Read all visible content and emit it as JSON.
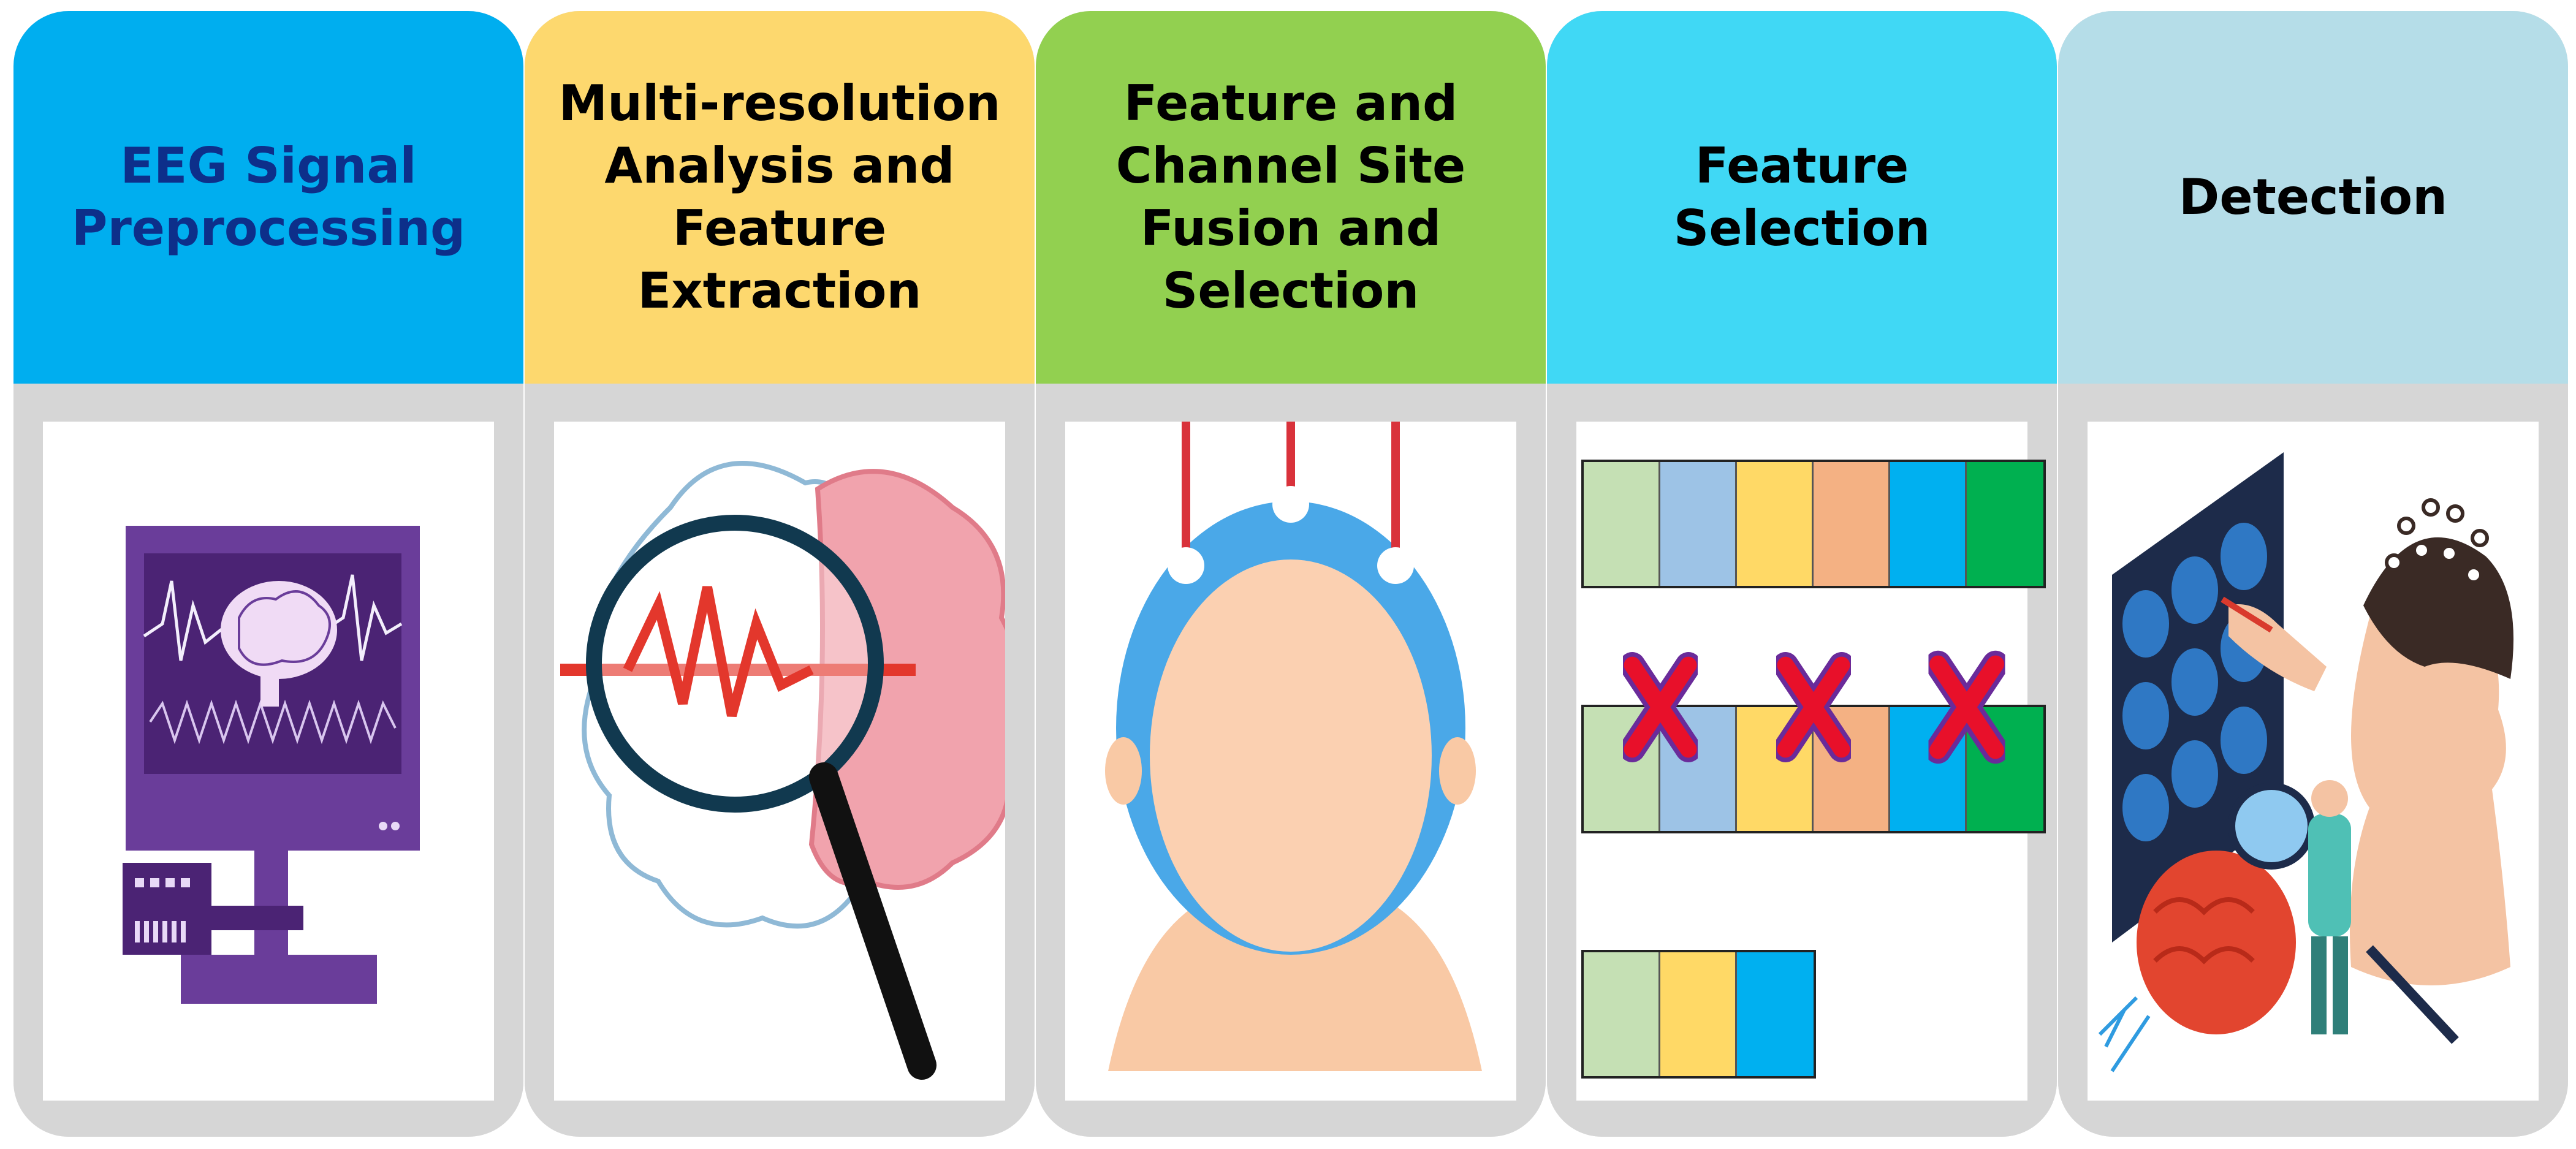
{
  "stages": [
    {
      "title": "EEG Signal\nPreprocessing",
      "color": "#00aeef",
      "title_color": "#0d2f8a"
    },
    {
      "title": "Multi-resolution\nAnalysis and\nFeature Extraction",
      "color": "#fdd86e",
      "title_color": "#000000"
    },
    {
      "title": "Feature and\nChannel Site\nFusion and\nSelection",
      "color": "#92d050",
      "title_color": "#000000"
    },
    {
      "title": "Feature Selection",
      "color": "#40d8f5",
      "title_color": "#000000"
    },
    {
      "title": "Detection",
      "color": "#b5dde8",
      "title_color": "#000000"
    }
  ],
  "feature_rows": [
    {
      "cells": [
        "#c5e0b4",
        "#9dc3e6",
        "#ffd966",
        "#f4b183",
        "#00b0f0",
        "#00b050"
      ],
      "removed": [
        false,
        false,
        false,
        false,
        false,
        false
      ]
    },
    {
      "cells": [
        "#c5e0b4",
        "#9dc3e6",
        "#ffd966",
        "#f4b183",
        "#00b0f0",
        "#00b050"
      ],
      "removed": [
        false,
        true,
        false,
        true,
        false,
        true
      ]
    },
    {
      "cells": [
        "#c5e0b4",
        "#ffd966",
        "#00b0f0"
      ],
      "removed": [
        false,
        false,
        false
      ]
    }
  ]
}
